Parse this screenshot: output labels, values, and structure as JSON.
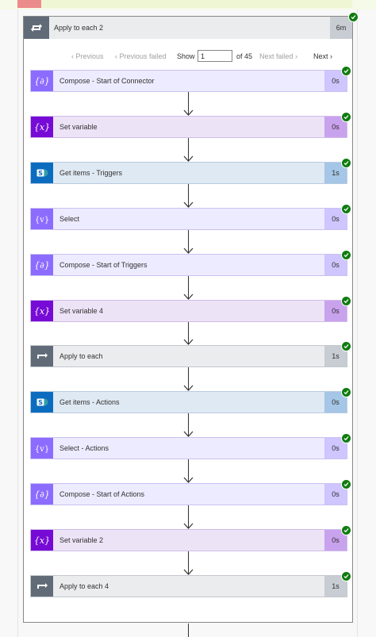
{
  "container": {
    "title": "Apply to each 2",
    "duration": "6m",
    "icon": "loop-icon"
  },
  "pager": {
    "previous": "Previous",
    "previous_failed": "Previous failed",
    "show": "Show",
    "current": "1",
    "of": "of 45",
    "next_failed": "Next failed",
    "next": "Next"
  },
  "steps": [
    {
      "label": "Compose - Start of Connector",
      "duration": "0s",
      "icon": "compose-icon",
      "status": "succeeded"
    },
    {
      "label": "Set variable",
      "duration": "0s",
      "icon": "variable-icon",
      "status": "succeeded"
    },
    {
      "label": "Get items - Triggers",
      "duration": "1s",
      "icon": "sharepoint-icon",
      "status": "succeeded"
    },
    {
      "label": "Select",
      "duration": "0s",
      "icon": "select-icon",
      "status": "succeeded"
    },
    {
      "label": "Compose - Start of Triggers",
      "duration": "0s",
      "icon": "compose-icon",
      "status": "succeeded"
    },
    {
      "label": "Set variable 4",
      "duration": "0s",
      "icon": "variable-icon",
      "status": "succeeded"
    },
    {
      "label": "Apply to each",
      "duration": "1s",
      "icon": "loop-icon",
      "status": "succeeded"
    },
    {
      "label": "Get items - Actions",
      "duration": "0s",
      "icon": "sharepoint-icon",
      "status": "succeeded"
    },
    {
      "label": "Select - Actions",
      "duration": "0s",
      "icon": "select-icon",
      "status": "succeeded"
    },
    {
      "label": "Compose - Start of Actions",
      "duration": "0s",
      "icon": "compose-icon",
      "status": "succeeded"
    },
    {
      "label": "Set variable 2",
      "duration": "0s",
      "icon": "variable-icon",
      "status": "succeeded"
    },
    {
      "label": "Apply to each 4",
      "duration": "1s",
      "icon": "loop-icon",
      "status": "succeeded"
    }
  ],
  "colors": {
    "success": "#107c10",
    "compose": "#8c6cff",
    "variable": "#770bd6",
    "sharepoint": "#0b6cbf",
    "loop": "#616b78"
  }
}
